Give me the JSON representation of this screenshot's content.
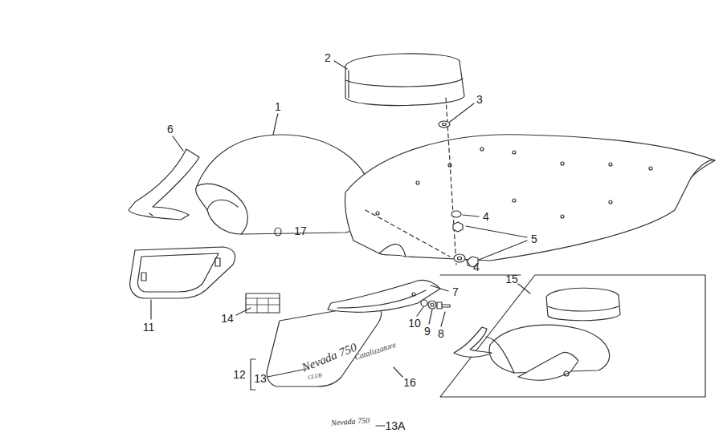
{
  "diagram": {
    "labels": [
      "1",
      "2",
      "3",
      "6",
      "17",
      "4",
      "5",
      "4",
      "15",
      "7",
      "11",
      "14",
      "10",
      "9",
      "8",
      "12",
      "13",
      "16",
      "13A",
      "Nevada 750",
      "CLUB",
      "Catalizzatore",
      "Nevada 750"
    ]
  }
}
